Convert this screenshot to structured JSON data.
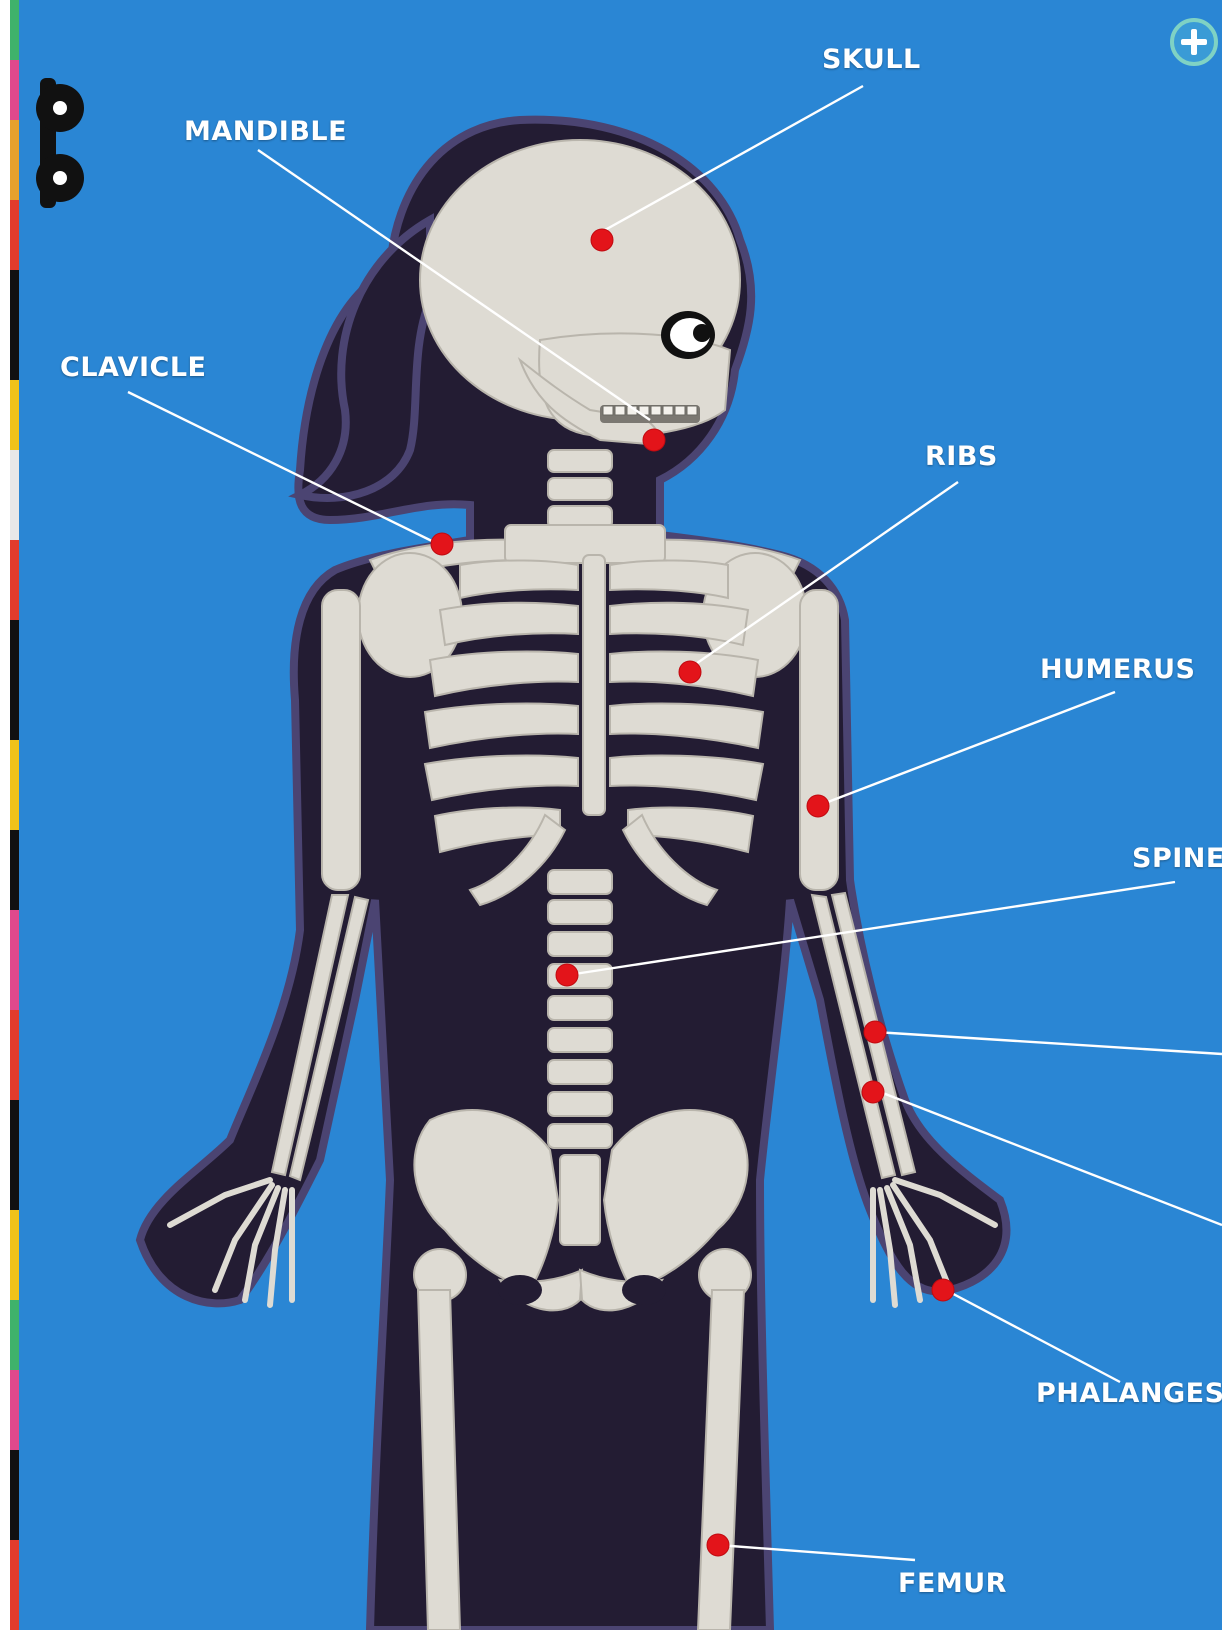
{
  "colors": {
    "background": "#2a86d4",
    "body_silhouette": "#231c33",
    "bone": "#dedbd3",
    "hotspot": "#e3141a",
    "label_text": "#ffffff"
  },
  "icons": {
    "menu": "key-icon",
    "add": "plus-circle-icon"
  },
  "labels": {
    "skull": "SKULL",
    "mandible": "MANDIBLE",
    "clavicle": "CLAVICLE",
    "ribs": "RIBS",
    "humerus": "HUMERUS",
    "spine": "SPINE",
    "phalanges": "PHALANGES",
    "femur": "FEMUR"
  }
}
